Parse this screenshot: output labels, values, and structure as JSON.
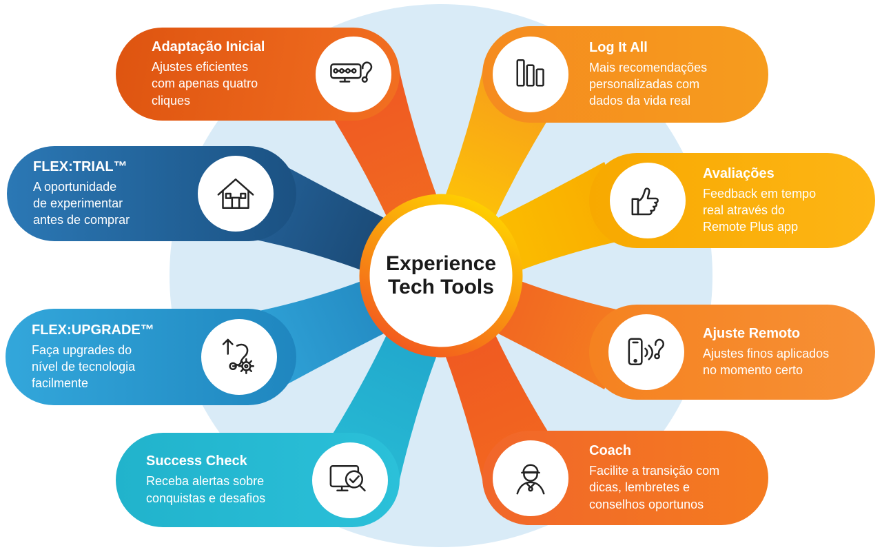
{
  "center": {
    "title_line1": "Experience",
    "title_line2": "Tech Tools"
  },
  "nodes": [
    {
      "id": "adaptacao-inicial",
      "title": "Adaptação Inicial",
      "description": "Ajustes eficientes com apenas quatro cliques",
      "icon": "first-fit-device-icon",
      "color": "#E8601A"
    },
    {
      "id": "log-it-all",
      "title": "Log It All",
      "description": "Mais recomendações personalizadas com dados da vida real",
      "icon": "bar-chart-icon",
      "color": "#F6941D"
    },
    {
      "id": "flex-trial",
      "title": "FLEX:TRIAL™",
      "description": "A oportunidade de experimentar antes de comprar",
      "icon": "house-icon",
      "color": "#226CAB"
    },
    {
      "id": "avaliacoes",
      "title": "Avaliações",
      "description": "Feedback em tempo real através do Remote Plus app",
      "icon": "thumbs-up-icon",
      "color": "#FAAD0A"
    },
    {
      "id": "flex-upgrade",
      "title": "FLEX:UPGRADE™",
      "description": "Faça upgrades do nível de tecnologia facilmente",
      "icon": "hearing-aid-upgrade-icon",
      "color": "#2996CD"
    },
    {
      "id": "ajuste-remoto",
      "title": "Ajuste Remoto",
      "description": "Ajustes finos aplicados no momento certo",
      "icon": "smartphone-remote-icon",
      "color": "#F58220"
    },
    {
      "id": "success-check",
      "title": "Success Check",
      "description": "Receba alertas sobre conquistas e desafios",
      "icon": "monitor-magnifier-icon",
      "color": "#26B9D3"
    },
    {
      "id": "coach",
      "title": "Coach",
      "description": "Facilite a transição com dicas, lembretes e conselhos oportunos",
      "icon": "coach-person-icon",
      "color": "#F26C26"
    }
  ],
  "palette": {
    "background_circle": "#D9EBF7",
    "hub_ring_yellow": "#FFD200",
    "hub_ring_orange": "#F2581F",
    "text_on_pill": "#FFFFFF",
    "hub_text": "#1A1A1A"
  }
}
